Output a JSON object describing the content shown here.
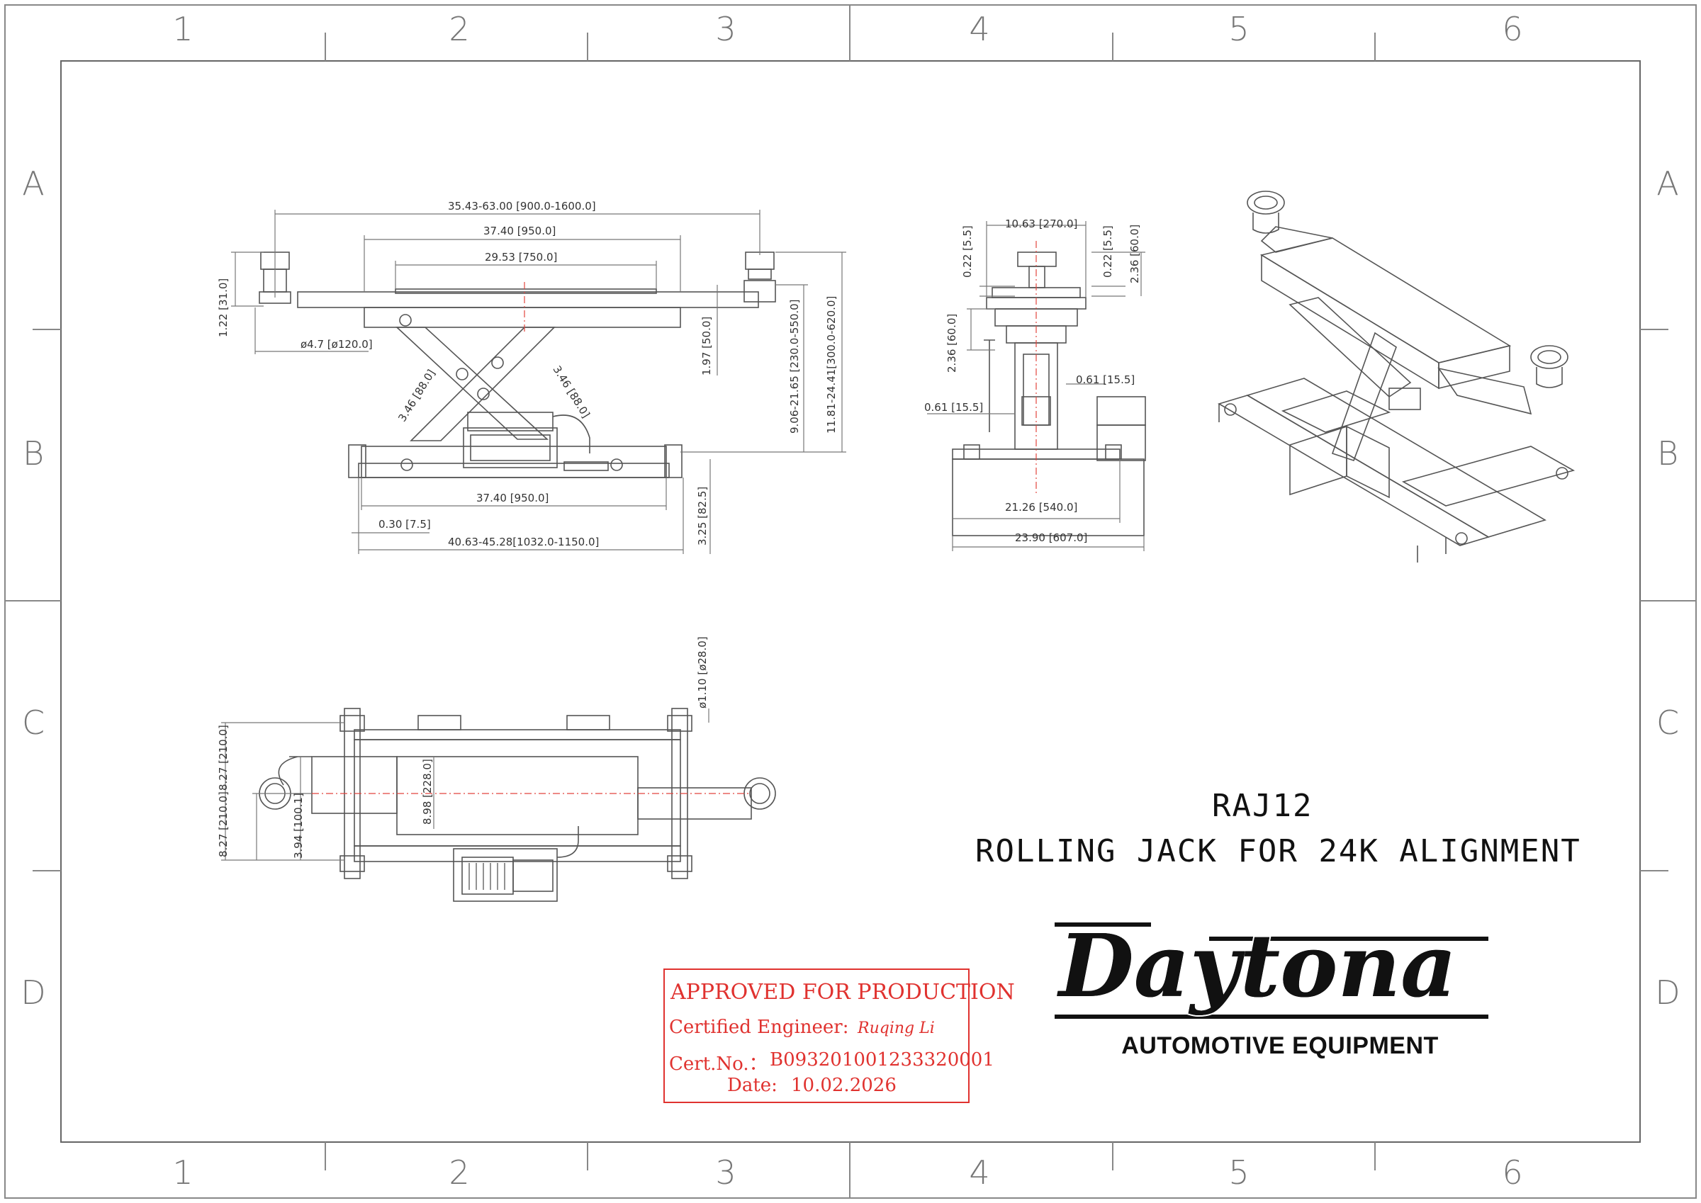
{
  "zones": {
    "columns": [
      "1",
      "2",
      "3",
      "4",
      "5",
      "6"
    ],
    "rows": [
      "A",
      "B",
      "C",
      "D"
    ]
  },
  "dimensions": {
    "front": {
      "overall_arm": "35.43-63.00 [900.0-1600.0]",
      "beam": "37.40 [950.0]",
      "inner": "29.53 [750.0]",
      "pad_height": "1.22 [31.0]",
      "pad_dia": "ø4.7 [ø120.0]",
      "pad_stack": "1.97 [50.0]",
      "lift_low": "9.06-21.65 [230.0-550.0]",
      "lift_high": "11.81-24.41[300.0-620.0]",
      "scissor_left": "3.46 [88.0]",
      "scissor_right": "3.46 [88.0]",
      "base_width": "37.40 [950.0]",
      "rail_offset": "0.30 [7.5]",
      "base_height": "3.25 [82.5]",
      "overall_base": "40.63-45.28[1032.0-1150.0]"
    },
    "side": {
      "top_width": "10.63 [270.0]",
      "left_small": "0.22 [5.5]",
      "right_small": "0.22 [5.5]",
      "right_height": "2.36 [60.0]",
      "left_height": "2.36 [60.0]",
      "offset_right": "0.61 [15.5]",
      "offset_left": "0.61 [15.5]",
      "width_inner": "21.26 [540.0]",
      "width_outer": "23.90 [607.0]"
    },
    "top": {
      "roller_dia": "ø1.10 [ø28.0]",
      "upper_half": "8.27 [210.0]",
      "lower_half": "8.27 [210.0]",
      "beam_width": "8.98 [228.0]",
      "offset": "3.94 [100.1]"
    }
  },
  "title": {
    "model": "RAJ12",
    "description": "ROLLING JACK FOR 24K ALIGNMENT"
  },
  "stamp": {
    "heading": "APPROVED FOR PRODUCTION",
    "engineer_label": "Certified Engineer:",
    "engineer_signature": "Ruqing Li",
    "cert_label": "Cert.No.：",
    "cert_number": "B093201001233320001",
    "date_label": "Date:",
    "date_value": "10.02.2026"
  },
  "brand": {
    "logo_text": "Daytona",
    "tagline": "AUTOMOTIVE EQUIPMENT"
  },
  "colors": {
    "stamp_red": "#e0322f",
    "centerline_red": "#e2453e",
    "line_gray": "#555555"
  }
}
